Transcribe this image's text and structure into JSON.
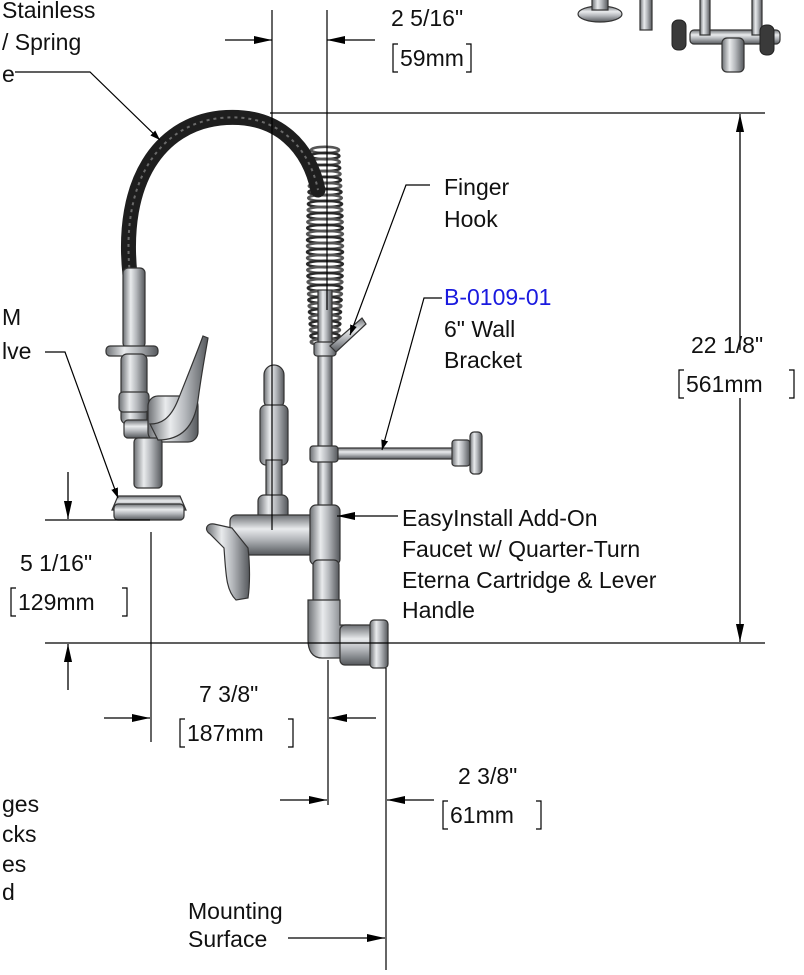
{
  "callouts": {
    "hose": [
      "Stainless",
      "/ Spring",
      "e"
    ],
    "valve": [
      "M",
      "lve"
    ],
    "finger_hook": [
      "Finger",
      "Hook"
    ],
    "bracket_part": "B-0109-01",
    "bracket_desc": [
      "6\" Wall",
      "Bracket"
    ],
    "add_on_faucet": [
      "EasyInstall Add-On",
      "Faucet w/ Quarter-Turn",
      "Eterna Cartridge & Lever",
      "Handle"
    ],
    "flanges": [
      "ges",
      "cks",
      "es",
      "d"
    ],
    "mounting": [
      "Mounting",
      "Surface"
    ]
  },
  "dimensions": {
    "top_offset": {
      "imperial": "2 5/16\"",
      "metric": "59mm"
    },
    "height": {
      "imperial": "22 1/8\"",
      "metric": "561mm"
    },
    "valve_height": {
      "imperial": "5 1/16\"",
      "metric": "129mm"
    },
    "reach": {
      "imperial": "7 3/8\"",
      "metric": "187mm"
    },
    "wall_offset": {
      "imperial": "2 3/8\"",
      "metric": "61mm"
    }
  },
  "colors": {
    "text": "#111111",
    "part_link": "#1a1adf",
    "chrome": "#b9bcc0"
  }
}
